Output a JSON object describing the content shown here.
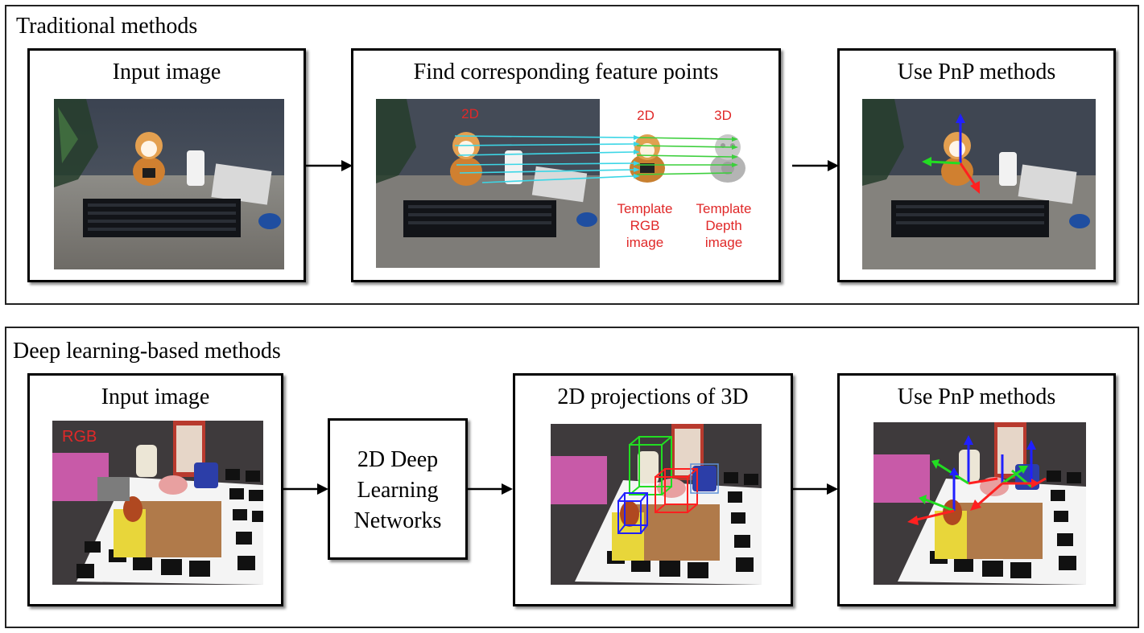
{
  "traditional": {
    "title": "Traditional methods",
    "box1_title": "Input image",
    "box2_title": "Find corresponding feature points",
    "box3_title": "Use PnP methods",
    "label_2d_left": "2D",
    "label_2d_mid": "2D",
    "label_3d": "3D",
    "template_rgb": [
      "Template",
      "RGB",
      "image"
    ],
    "template_depth": [
      "Template",
      "Depth",
      "image"
    ]
  },
  "deep": {
    "title": "Deep learning-based methods",
    "box1_title": "Input image",
    "rgb_label": "RGB",
    "network": [
      "2D Deep",
      "Learning",
      "Networks"
    ],
    "box3_title": "2D projections of 3D",
    "box4_title": "Use PnP methods"
  },
  "colors": {
    "border": "#000000",
    "annotation_red": "#e02020",
    "match_line_cyan": "#3cd6e6",
    "match_line_green": "#3ccf3c",
    "axis_red": "#ff2020",
    "axis_green": "#22dd22",
    "axis_blue": "#2020ff"
  }
}
